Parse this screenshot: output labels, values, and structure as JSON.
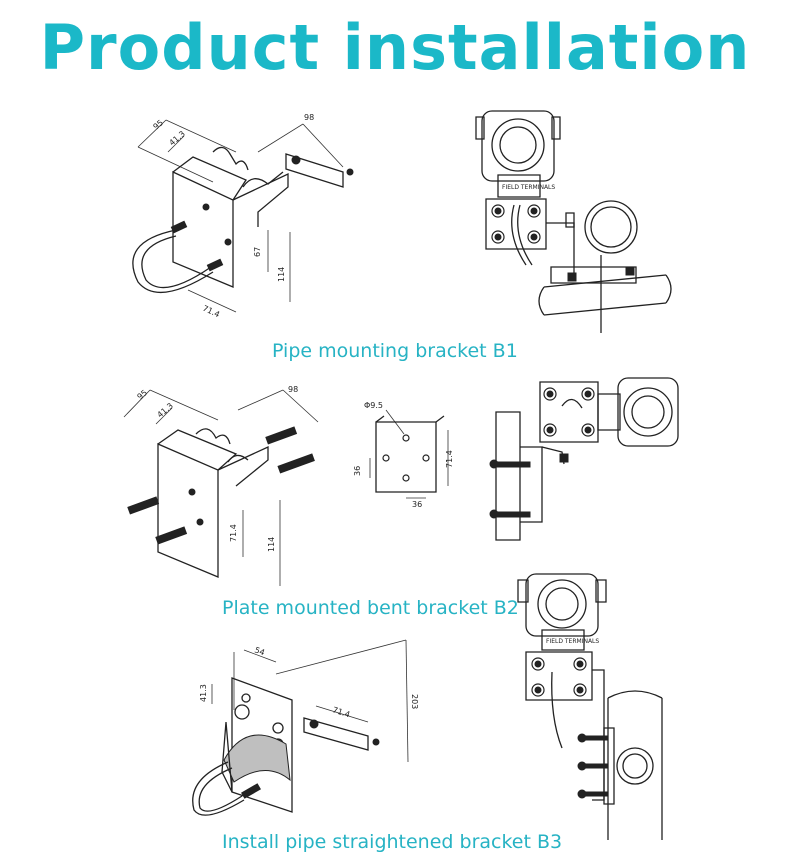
{
  "title": "Product installation",
  "sections": [
    {
      "caption": "Pipe mounting bracket B1",
      "dims": [
        "95",
        "41.3",
        "98",
        "67",
        "114",
        "71.4"
      ]
    },
    {
      "caption": "Plate mounted bent bracket B2",
      "dims": [
        "95",
        "41.3",
        "98",
        "71.4",
        "114"
      ],
      "hole_dims": [
        "Φ9.5",
        "71.4",
        "36",
        "36"
      ]
    },
    {
      "caption": "Install pipe straightened bracket B3",
      "dims": [
        "54",
        "41.3",
        "203",
        "71.4"
      ]
    }
  ],
  "terminal_label": "FIELD TERMINALS",
  "colors": {
    "accent": "#1bb8c8",
    "line": "#222222"
  }
}
